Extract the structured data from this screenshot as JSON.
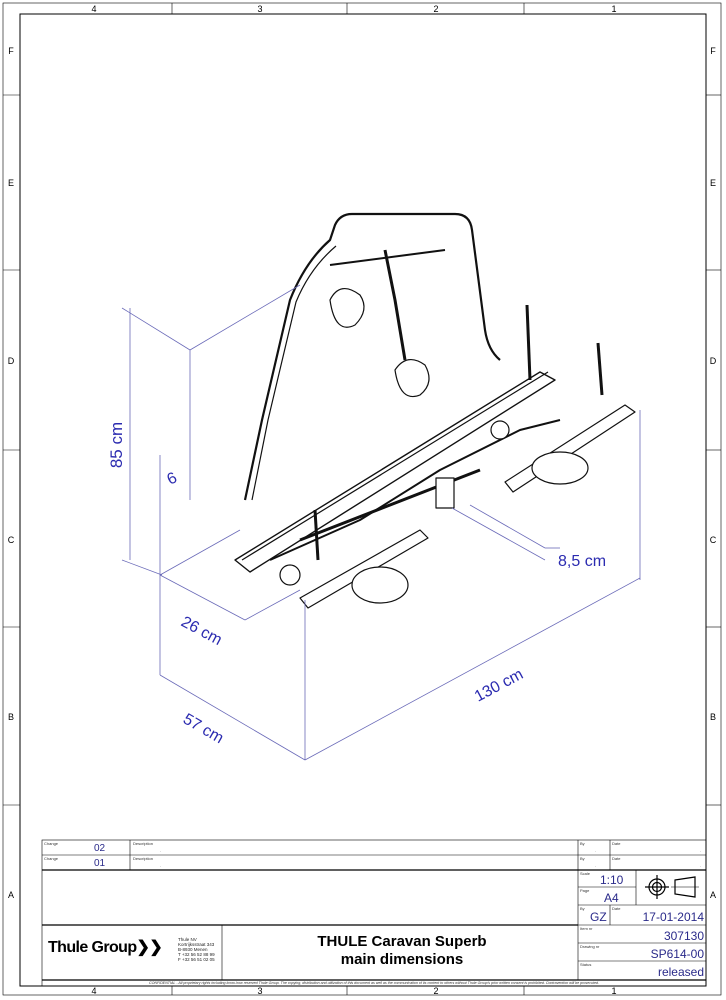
{
  "frame": {
    "columns": [
      "4",
      "3",
      "2",
      "1"
    ],
    "rows": [
      "F",
      "E",
      "D",
      "C",
      "B",
      "A"
    ]
  },
  "dimensions": {
    "height": "85 cm",
    "offset": "6",
    "clamp": "8,5 cm",
    "rail_gap": "26 cm",
    "length": "130 cm",
    "depth": "57 cm"
  },
  "colors": {
    "dimension": "#2b2bb0",
    "title_values": "#2a2a8a"
  },
  "title_block": {
    "changes": [
      {
        "label": "Change",
        "value": "02",
        "desc_label": "Description",
        "desc": ".",
        "by_label": "By",
        "by": ".",
        "date_label": "Date",
        "date": "."
      },
      {
        "label": "Change",
        "value": "01",
        "desc_label": "Description",
        "desc": ".",
        "by_label": "By",
        "by": ".",
        "date_label": "Date",
        "date": "."
      }
    ],
    "company": "Thule Group",
    "address": [
      "Thule NV",
      "Kortrijksstraat 343",
      "B-8930 Menen",
      "T +32 56 52 88 99",
      "F +32 56 51 02 05"
    ],
    "title_line1": "THULE Caravan Superb",
    "title_line2": "main dimensions",
    "scale_label": "Scale",
    "scale": "1:10",
    "page_label": "Page",
    "page": "A4",
    "by_label": "By",
    "by": "GZ",
    "date_label": "Date",
    "date": "17-01-2014",
    "item_label": "Item nr",
    "item": "307130",
    "drawing_label": "Drawing nr",
    "drawing": "SP614-00",
    "status_label": "Status",
    "status": "released",
    "projection_icon": "first-angle-projection-icon",
    "confidential": "CONFIDENTIAL - All proprietary rights including know-how reserved Thule Group. The copying, distribution and utilization of this document as well as the communication of its content to others  without Thule Group's prior written consent is prohibited. Contravention will be prosecuted."
  }
}
